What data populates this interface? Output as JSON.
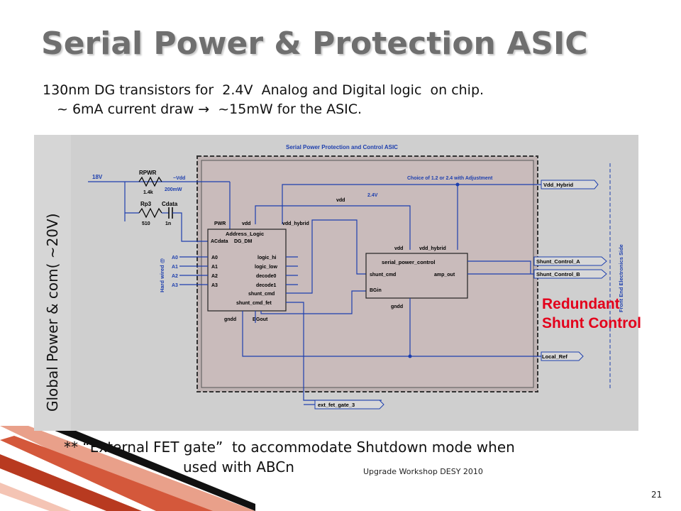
{
  "slide": {
    "title": "Serial Power & Protection ASIC",
    "line1": "130nm DG transistors for  2.4V  Analog and Digital logic  on chip.",
    "line2": "~ 6mA current draw →  ~15mW for the ASIC.",
    "side_label": "Global Power & com( ~20V)",
    "redundant_1": "Redundant",
    "redundant_2": "Shunt Control",
    "note_1": "** “External FET gate”  to accommodate Shutdown mode when",
    "note_2": "used with ABCn",
    "workshop": "Upgrade Workshop DESY 2010",
    "page": "21"
  },
  "schematic": {
    "title": "Serial Power Protection and Control ASIC",
    "supply": "18V",
    "rpwr": "RPWR",
    "rpwr_val": "1.4k",
    "vdd_tilde": "~Vdd",
    "power": "200mW",
    "rp3": "Rp3",
    "rp3_val": "510",
    "cdata": "Cdata",
    "cdata_val": "1n",
    "choice": "Choice of 1.2 or 2.4  with Adjustment",
    "vdd": "vdd",
    "v24": "2.4V",
    "hard_wired": "Hard wired @",
    "front_end": "Front End Electronics Side",
    "block1": {
      "pwr": "PWR",
      "vdd": "vdd",
      "vdd_hybrid": "vdd_hybrid",
      "name1": "Address_Logic",
      "name2": "DG_DM",
      "acdata": "ACdata",
      "a0": "A0",
      "a1": "A1",
      "a2": "A2",
      "a3": "A3",
      "logic_hi": "logic_hi",
      "logic_low": "logic_low",
      "decode0": "decode0",
      "decode1": "decode1",
      "shunt_cmd": "shunt_cmd",
      "shunt_cmd_fet": "shunt_cmd_fet",
      "gndd": "gndd",
      "bgout": "BGout"
    },
    "block2": {
      "vdd": "vdd",
      "vdd_hybrid": "vdd_hybrid",
      "name": "serial_power_control",
      "shunt_cmd": "shunt_cmd",
      "amp_out": "amp_out",
      "bgin": "BGin",
      "gndd": "gndd"
    },
    "ext_a0": "A0",
    "ext_a1": "A1",
    "ext_a2": "A2",
    "ext_a3": "A3",
    "port_vdd_hybrid": "Vdd_Hybrid",
    "port_shunt_a": "Shunt_Control_A",
    "port_shunt_b": "Shunt_Control_B",
    "port_local_ref": "Local_Ref",
    "port_ext_fet": "ext_fet_gate_3"
  }
}
